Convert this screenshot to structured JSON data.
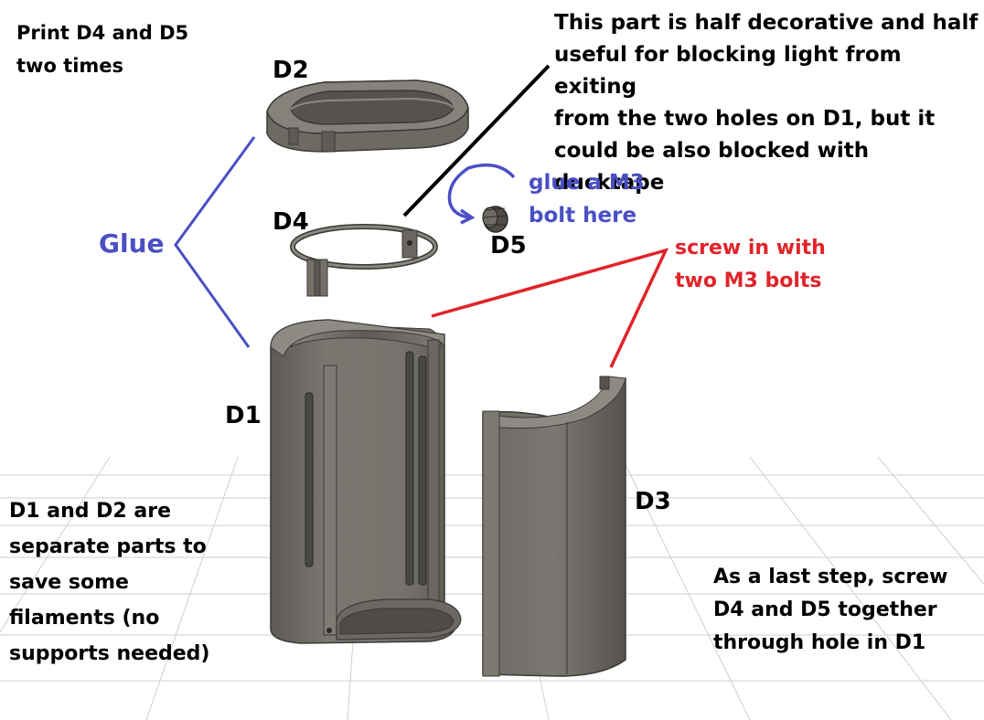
{
  "labels": {
    "d1": "D1",
    "d2": "D2",
    "d3": "D3",
    "d4": "D4",
    "d5": "D5",
    "glue": "Glue"
  },
  "notes": {
    "print": "Print D4 and D5\ntwo times",
    "decorative": "This part is half decorative and half\nuseful for blocking light from exiting\nfrom the two holes on D1, but it\ncould be also blocked with ducktape",
    "glue_bolt": "glue a M3\nbolt here",
    "screw_bolts": "screw in with\ntwo M3 bolts",
    "separate": "D1 and D2 are\nseparate parts to\nsave some\nfilaments (no\nsupports needed)",
    "last_step": "As a last step, screw\nD4 and D5 together\nthrough hole in D1"
  },
  "colors": {
    "blue": "#4a4fc4",
    "red": "#e0242a",
    "part": "#6f6c66",
    "part_dark": "#4a4844",
    "part_light": "#8f8c86"
  }
}
